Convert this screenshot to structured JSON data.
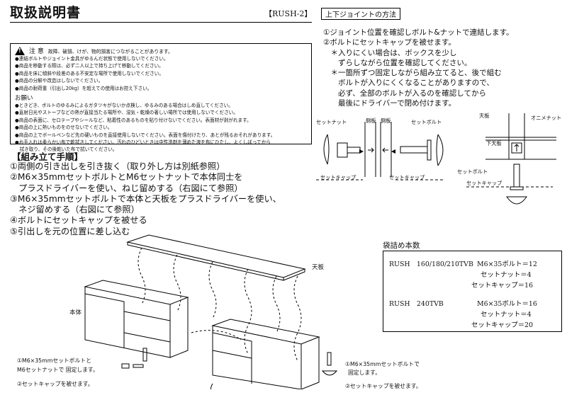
{
  "header": {
    "title": "取扱説明書",
    "model": "【RUSH-2】"
  },
  "caution": {
    "heading": "注 意",
    "subheading": "故障、破損、けが、物的損害につながることがあります。",
    "items": [
      "●連結ボルトやジョイント金具がゆるんだ状態で使用しないでください。",
      "●商品を移動する際は、必ず二人以上で持ち上げて移動してください。",
      "●商品を床に傾斜や段差のある不安定な場所で使用しないでください。",
      "●商品の分解や改造はしないでください。",
      "●商品の耐荷重（引出し20kg）を超えての使用はお控え下さい。"
    ],
    "request_heading": "お願い",
    "requests": [
      "●ときどき、ボルトのゆるみによるガタツキがないか点検し、ゆるみのある場合はしめ直してください。",
      "●直射日光やストーブなどの熱が直接当たる場所や、湿気・乾燥の著しい場所では使用しないでください。",
      "●商品の表面に、セロテープやシールなど、粘着性のあるものを貼り付けないでください。表面材が剥がれます。",
      "●商品の上に熱いものをのせないでください。",
      "●商品の上でボールペンなど先の硬いものを直接使用しないでください。表面を傷付けたり、あとが残るおそれがあります。",
      "●お手入れは柔らかい布で乾拭きしてください。汚れのひどいときは中性洗剤を薄めた液を布にひたし、よくしぼってから",
      "　拭き取り、その後乾いた布で拭いてください。"
    ]
  },
  "assembly": {
    "heading": "【組み立て手順】",
    "steps": [
      "①両側の引き出しを引き抜く（取り外し方は別紙参照）",
      "②M6×35mmセットボルトとM6セットナットで本体同士を",
      "　プラスドライバーを使い、ねじ留めする（右図にて参照）",
      "③M6×35mmセットボルトで本体と天板をプラスドライバーを使い、",
      "　ネジ留めする（右図にて参照）",
      "④ボルトにセットキャップを被せる",
      "⑤引出しを元の位置に差し込む"
    ]
  },
  "joint": {
    "title": "上下ジョイントの方法",
    "lines": [
      "①ジョイント位置を確認しボルト&ナットで連結します。",
      "②ボルトにセットキャップを被せます。",
      "　＊入りにくい場合は、ボックスを少し",
      "　　ずらしながら位置を確認してください。",
      "　＊一箇所ずつ固定しながら組み立てると、後で組む",
      "　　ボルトが入りにくくなることがありますので、",
      "　　必ず、全部のボルトが入るのを確認してから",
      "　　最後にドライバーで閉め付けます。"
    ]
  },
  "diagram_labels": {
    "set_nut": "セットナット",
    "side_a": "側板",
    "side_b": "側板",
    "set_bolt": "セットボルト",
    "set_cap_a": "セットキャップ",
    "set_cap_b": "セットキャップ",
    "top_board": "天板",
    "oni_nut": "オニメナット",
    "bottom_top_board": "下天板",
    "set_bolt_2": "セットボルト",
    "set_cap_2": "セットキャップ",
    "tenban": "天板",
    "hontai": "本体"
  },
  "package": {
    "title": "袋詰め本数",
    "groups": [
      {
        "model": "RUSH　160/180/210TVB",
        "lines": [
          "M6×35ボルト＝12",
          "セットナット＝4",
          "セットキャップ＝16"
        ]
      },
      {
        "model": "RUSH　240TVB",
        "lines": [
          "M6×35ボルト＝16",
          "セットナット＝4",
          "セットキャップ＝20"
        ]
      }
    ]
  },
  "footer": {
    "left_1": "①M6×35mmセットボルトと",
    "left_2": "M6セットナットで 固定します。",
    "left_3": "②セットキャップを被せます。",
    "right_1": "①M6×35mmセットボルトで",
    "right_2": "固定します。",
    "right_3": "②セットキャップを被せます。"
  }
}
